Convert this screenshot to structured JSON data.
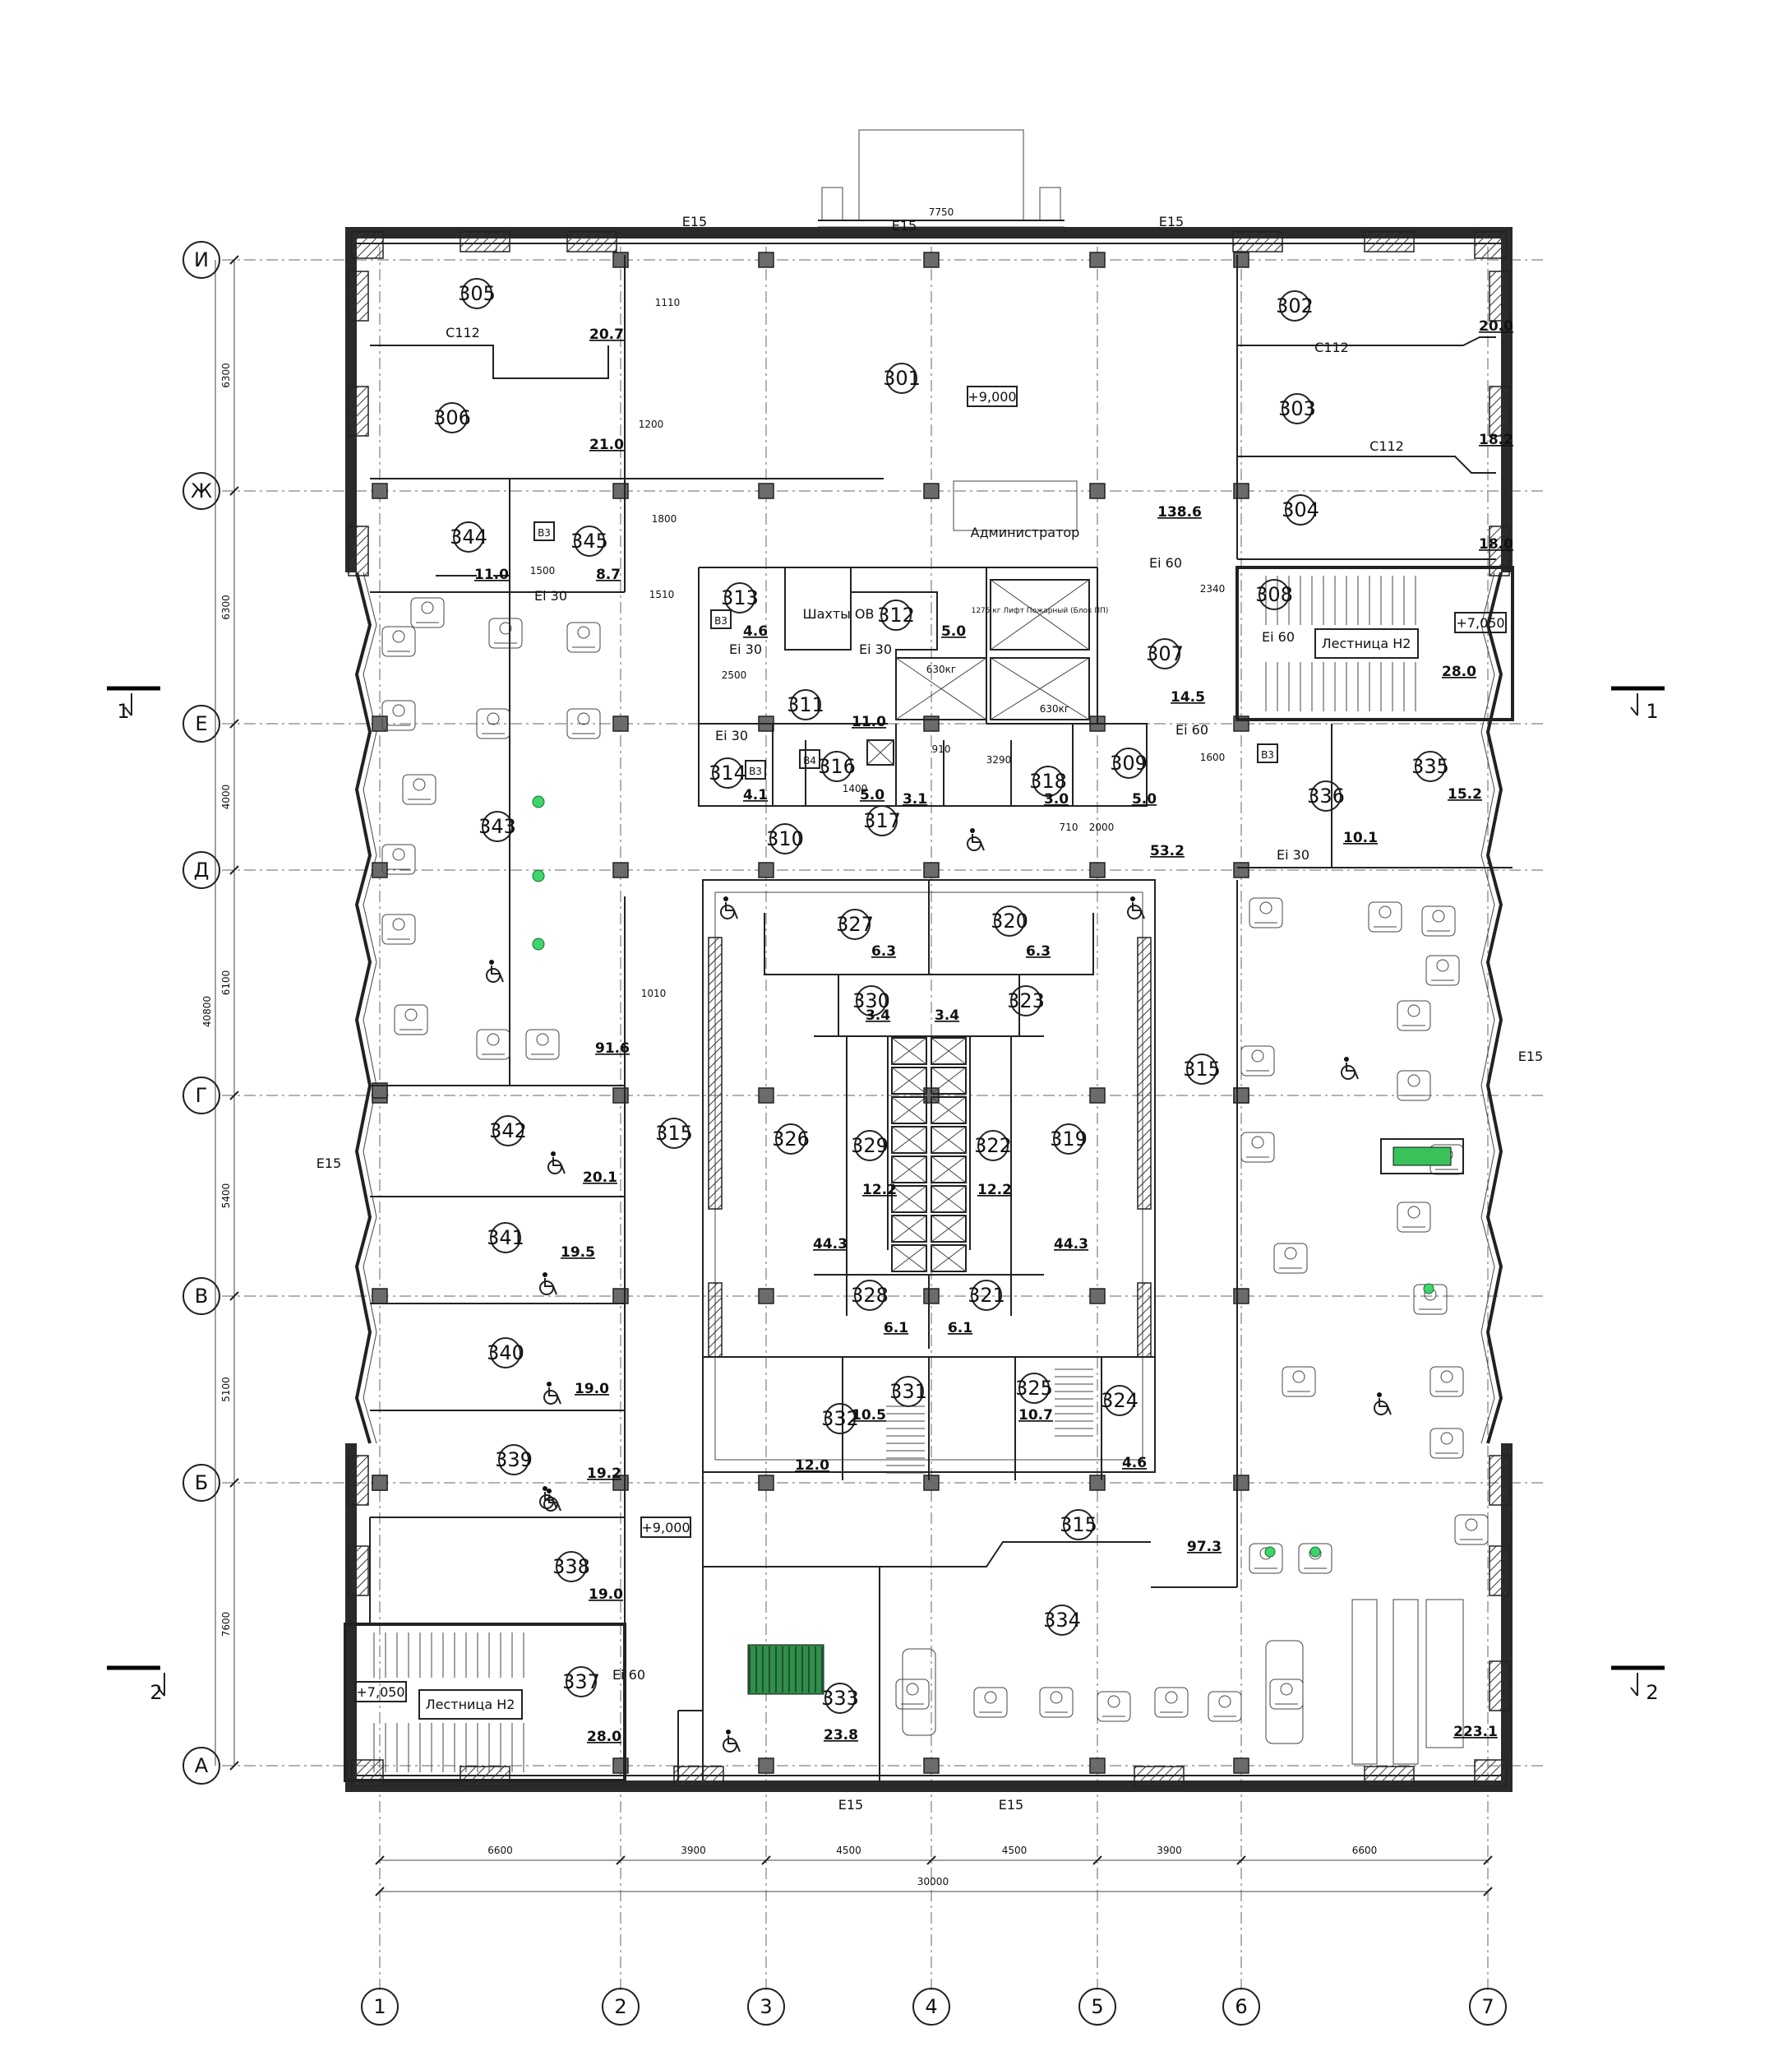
{
  "axes_letters": [
    "И",
    "Ж",
    "Е",
    "Д",
    "Г",
    "В",
    "Б",
    "А"
  ],
  "axes_numbers": [
    "1",
    "2",
    "3",
    "4",
    "5",
    "6",
    "7"
  ],
  "section_marks": [
    "1",
    "2"
  ],
  "rooms": [
    {
      "no": "305",
      "area": "20.7"
    },
    {
      "no": "306",
      "area": "21.0"
    },
    {
      "no": "301",
      "area": "138.6"
    },
    {
      "no": "302",
      "area": "20.0"
    },
    {
      "no": "303",
      "area": "18.2"
    },
    {
      "no": "304",
      "area": "18.0"
    },
    {
      "no": "344",
      "area": "11.0"
    },
    {
      "no": "345",
      "area": "8.7"
    },
    {
      "no": "313",
      "area": "4.6"
    },
    {
      "no": "312",
      "area": "5.0"
    },
    {
      "no": "311",
      "area": "11.0"
    },
    {
      "no": "307",
      "area": "14.5"
    },
    {
      "no": "308",
      "area": "28.0"
    },
    {
      "no": "314",
      "area": "4.1"
    },
    {
      "no": "316",
      "area": "5.0"
    },
    {
      "no": "317",
      "area": "3.1"
    },
    {
      "no": "318",
      "area": "3.0"
    },
    {
      "no": "309",
      "area": "5.0"
    },
    {
      "no": "310",
      "area": "53.2"
    },
    {
      "no": "336",
      "area": "10.1"
    },
    {
      "no": "335",
      "area": "15.2"
    },
    {
      "no": "343",
      "area": "91.6"
    },
    {
      "no": "327",
      "area": "6.3"
    },
    {
      "no": "320",
      "area": "6.3"
    },
    {
      "no": "330",
      "area": "3.4"
    },
    {
      "no": "323",
      "area": "3.4"
    },
    {
      "no": "342",
      "area": "20.1"
    },
    {
      "no": "326",
      "area": "44.3"
    },
    {
      "no": "329",
      "area": "12.2"
    },
    {
      "no": "322",
      "area": "12.2"
    },
    {
      "no": "319",
      "area": "44.3"
    },
    {
      "no": "315",
      "area": "97.3"
    },
    {
      "no": "341",
      "area": "19.5"
    },
    {
      "no": "328",
      "area": "6.1"
    },
    {
      "no": "321",
      "area": "6.1"
    },
    {
      "no": "340",
      "area": "19.0"
    },
    {
      "no": "331",
      "area": "10.5"
    },
    {
      "no": "325",
      "area": "10.7"
    },
    {
      "no": "332",
      "area": "12.0"
    },
    {
      "no": "324",
      "area": "4.6"
    },
    {
      "no": "339",
      "area": "19.2"
    },
    {
      "no": "338",
      "area": "19.0"
    },
    {
      "no": "337",
      "area": "28.0"
    },
    {
      "no": "333",
      "area": "23.8"
    },
    {
      "no": "334",
      "area": "223.1"
    }
  ],
  "labels": {
    "admin": "Администратор",
    "shafts": "Шахты ОВ",
    "stair_top": "Лестница Н2",
    "stair_bottom": "Лестница Н2",
    "level_top": "+9,000",
    "level_bottom": "+9,000",
    "stair_level_top": "+7,050",
    "stair_level_bottom": "+7,050",
    "elevator_note": "1275 кг Лифт Пожарный (Блок ПП)",
    "elevator_kg_1": "630кг",
    "elevator_kg_2": "630кг",
    "fire_e15": "E15",
    "c112": "С112",
    "ei30": "Ei 30",
    "ei60": "Ei 60",
    "b3": "В3",
    "b4": "В4"
  },
  "dimensions": {
    "bays": [
      "6600",
      "3900",
      "4500",
      "4500",
      "3900",
      "6600"
    ],
    "total": "30000",
    "vertical": [
      "6300",
      "6300",
      "4000",
      "6100",
      "5400",
      "5100",
      "7600"
    ],
    "vertical_total": "40800",
    "top_width": "7750",
    "misc": [
      "1110",
      "1200",
      "1800",
      "1500",
      "1510",
      "2500",
      "910",
      "3290",
      "2340",
      "1600",
      "1400",
      "2000",
      "710",
      "1010"
    ]
  }
}
